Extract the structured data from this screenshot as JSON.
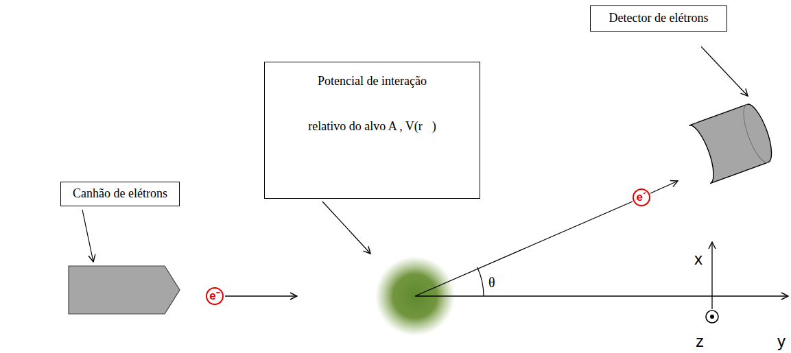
{
  "diagram": {
    "nodes": [
      {
        "text": [
          "Canhão de elétrons"
        ]
      },
      {
        "text": [
          "Potencial de interação",
          "relativo do alvo A , V(r⃗)"
        ]
      },
      {
        "text": [
          "Detector de elétrons"
        ]
      },
      {
        "text": [
          "e⁻"
        ]
      },
      {
        "text": [
          "e´"
        ]
      }
    ],
    "labels": [
      "θ",
      "x",
      "z",
      "y"
    ]
  }
}
